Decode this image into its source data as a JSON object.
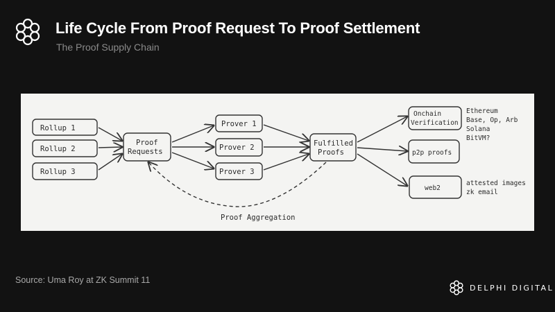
{
  "header": {
    "title": "Life Cycle From Proof Request To Proof Settlement",
    "subtitle": "The Proof Supply Chain",
    "logo_icon": "delphi-knot-icon"
  },
  "diagram": {
    "rollups": [
      "Rollup 1",
      "Rollup 2",
      "Rollup 3"
    ],
    "proof_requests": [
      "Proof",
      "Requests"
    ],
    "provers": [
      "Prover 1",
      "Prover 2",
      "Prover 3"
    ],
    "fulfilled_proofs": [
      "Fulfilled",
      "Proofs"
    ],
    "destinations": {
      "onchain": [
        "Onchain",
        "Verification"
      ],
      "p2p": "p2p proofs",
      "web2": "web2"
    },
    "onchain_notes": [
      "Ethereum",
      "Base, Op, Arb",
      "Solana",
      "BitVM?"
    ],
    "web2_notes": [
      "attested images",
      "zk email"
    ],
    "aggregation_label": "Proof Aggregation"
  },
  "footer": {
    "source": "Source: Uma Roy at ZK Summit 11",
    "brand": "DELPHI DIGITAL"
  }
}
